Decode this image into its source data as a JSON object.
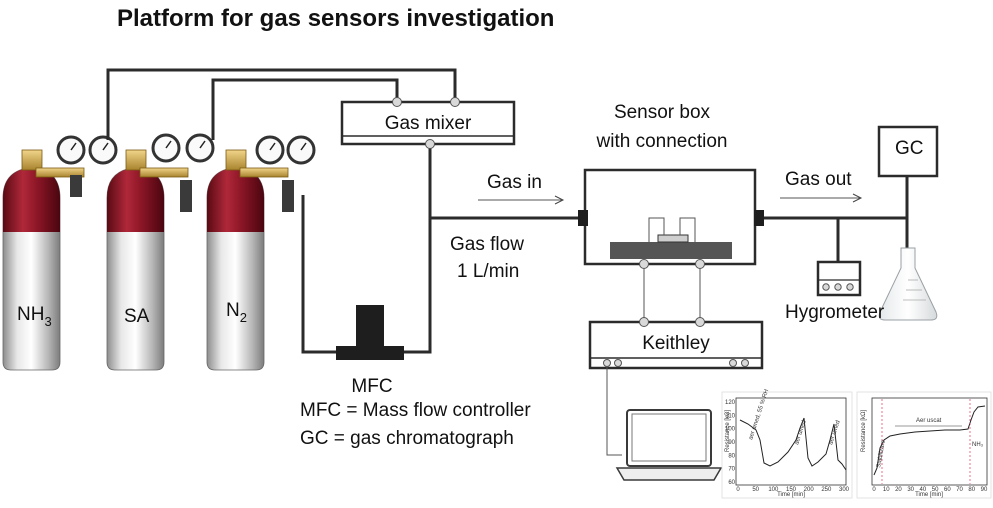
{
  "title": "Platform for gas sensors investigation",
  "cylinders": [
    {
      "main": "NH",
      "sub": "3"
    },
    {
      "main": "SA",
      "sub": ""
    },
    {
      "main": "N",
      "sub": "2"
    }
  ],
  "labels": {
    "gas_mixer": "Gas mixer",
    "sensor_box_line1": "Sensor box",
    "sensor_box_line2": "with connection",
    "gas_in": "Gas in",
    "gas_out": "Gas out",
    "gc": "GC",
    "gas_flow_line1": "Gas flow",
    "gas_flow_line2": "1 L/min",
    "hygrometer": "Hygrometer",
    "keithley": "Keithley",
    "mfc": "MFC",
    "legend_mfc": "MFC = Mass flow controller",
    "legend_gc": "GC = gas chromatograph"
  },
  "graph1": {
    "xlabel": "Time [min]",
    "ylabel": "Resistance [kΩ]",
    "xticks": [
      "0",
      "50",
      "100",
      "150",
      "200",
      "250",
      "300"
    ],
    "yticks": [
      "120",
      "110",
      "100",
      "90",
      "80",
      "70",
      "60"
    ]
  },
  "graph2": {
    "xlabel": "Time [min]",
    "ylabel": "Resistance [kΩ]",
    "annotation": "Aer uscat",
    "xticks": [
      "0",
      "10",
      "20",
      "30",
      "40",
      "50",
      "60",
      "70",
      "80",
      "90"
    ]
  }
}
